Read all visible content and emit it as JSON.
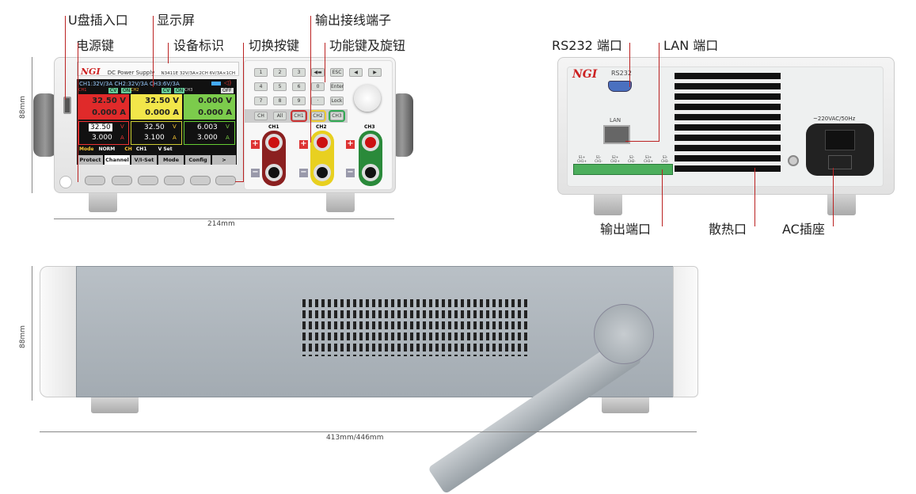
{
  "front": {
    "labels": {
      "usb": "U盘插入口",
      "display": "显示屏",
      "power": "电源键",
      "device_id": "设备标识",
      "switch_keys": "切换按键",
      "output_terminals": "输出接线端子",
      "function_keys": "功能键及旋钮"
    },
    "brand": "NGI",
    "title": "DC Power Supply",
    "model": "N3411E  32V/3A×2CH  6V/3A×1CH",
    "screen": {
      "header": "CH1:32V/3A CH2:32V/3A CH3:6V/3A",
      "channels": [
        {
          "name": "CH1",
          "mode": "CV",
          "state": "ON",
          "v": "32.50 V",
          "a": "0.000 A",
          "set_v": "32.50",
          "set_a": "3.000",
          "color": "#e02a2a"
        },
        {
          "name": "CH2",
          "mode": "CV",
          "state": "ON",
          "v": "32.50 V",
          "a": "0.000 A",
          "set_v": "32.50",
          "set_a": "3.100",
          "color": "#f2e64a"
        },
        {
          "name": "CH3",
          "mode": "",
          "state": "OFF",
          "v": "0.000 V",
          "a": "0.000 A",
          "set_v": "6.003",
          "set_a": "3.000",
          "color": "#7ccc4c"
        }
      ],
      "unit_v": "V",
      "unit_a": "A",
      "status": {
        "mode_label": "Mode",
        "mode": "NORM",
        "ch_label": "CH",
        "ch": "CH1",
        "set": "V Set"
      },
      "softkeys": [
        "Protect",
        "Channel",
        "V/I-Set",
        "Mode",
        "Config",
        ">"
      ]
    },
    "keys": [
      "1",
      "2",
      "3",
      "◀▬",
      "ESC",
      "◀",
      "▶",
      "4",
      "5",
      "6",
      "0",
      "Enter",
      "7",
      "8",
      "9",
      "·",
      "Lock"
    ],
    "channel_keys": [
      "CH",
      "All",
      "CH1",
      "CH2",
      "CH3"
    ],
    "terminals": [
      "CH1",
      "CH2",
      "CH3"
    ],
    "width_dim": "214mm",
    "height_dim": "88mm"
  },
  "rear": {
    "labels": {
      "rs232": "RS232 端口",
      "lan": "LAN 端口",
      "output": "输出端口",
      "vent": "散热口",
      "ac": "AC插座"
    },
    "brand": "NGI",
    "rs232_text": "RS232",
    "lan_text": "LAN",
    "ac_text": "~220VAC/50Hz",
    "terminal_labels": [
      "S1+",
      "S1-",
      "S2+",
      "S2-",
      "S3+",
      "S3-"
    ],
    "terminal_labels2": [
      "CH1+",
      "CH1-",
      "CH2+",
      "CH2-",
      "CH3+",
      "CH3-"
    ]
  },
  "side": {
    "height_dim": "88mm",
    "length_dim": "413mm/446mm"
  }
}
